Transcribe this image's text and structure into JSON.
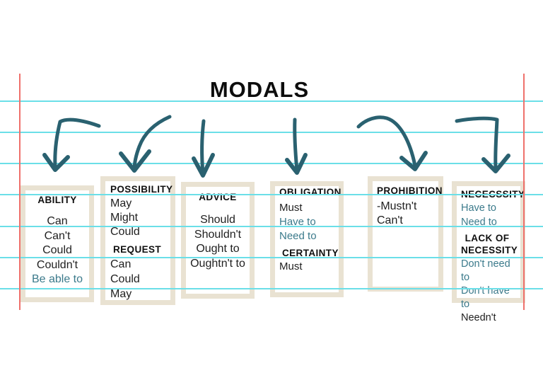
{
  "title": "MODALS",
  "colors": {
    "teal_text": "#3b7a8b",
    "arrow": "#2a6170",
    "rule_line": "#6bdfe8",
    "margin_line": "#ef716c",
    "card_frame": "#e9e2d2"
  },
  "arrow_icons": [
    "bent-arrow-down-left",
    "curved-arrow-down",
    "straight-arrow-down",
    "straight-arrow-down",
    "curved-arrow-down-right",
    "bent-arrow-down-right"
  ],
  "cards": [
    {
      "name": "ability",
      "sections": [
        {
          "heading": "ABILITY",
          "items": [
            {
              "text": "Can"
            },
            {
              "text": "Can't"
            },
            {
              "text": "Could"
            },
            {
              "text": "Couldn't"
            },
            {
              "text": "Be able to",
              "color": "#3b7a8b"
            }
          ]
        }
      ]
    },
    {
      "name": "possibility-request",
      "sections": [
        {
          "heading": "POSSIBILITY",
          "items": [
            {
              "text": "May"
            },
            {
              "text": "Might"
            },
            {
              "text": "Could"
            }
          ]
        },
        {
          "heading": "REQUEST",
          "items": [
            {
              "text": "Can"
            },
            {
              "text": "Could"
            },
            {
              "text": "May"
            }
          ]
        }
      ]
    },
    {
      "name": "advice",
      "sections": [
        {
          "heading": "ADVICE",
          "items": [
            {
              "text": "Should"
            },
            {
              "text": "Shouldn't"
            },
            {
              "text": "Ought to"
            },
            {
              "text": "Oughtn't to"
            }
          ]
        }
      ]
    },
    {
      "name": "obligation-certainty",
      "sections": [
        {
          "heading": "OBLIGATION",
          "items": [
            {
              "text": "Must"
            },
            {
              "text": "Have to",
              "color": "#3b7a8b"
            },
            {
              "text": "Need to",
              "color": "#3b7a8b"
            }
          ]
        },
        {
          "heading": "CERTAINTY",
          "items": [
            {
              "text": "Must"
            }
          ]
        }
      ]
    },
    {
      "name": "prohibition",
      "sections": [
        {
          "heading": "PROHIBITION",
          "items": [
            {
              "text": "-Mustn't"
            },
            {
              "text": "Can't"
            }
          ]
        }
      ]
    },
    {
      "name": "necessity",
      "sections": [
        {
          "heading": "NECECSSITY",
          "items": [
            {
              "text": "Have to",
              "color": "#3b7a8b"
            },
            {
              "text": "Need to",
              "color": "#3b7a8b"
            }
          ]
        },
        {
          "heading": "LACK OF NECESSITY",
          "items": [
            {
              "text": "Don't need to",
              "color": "#3b7a8b"
            },
            {
              "text": "Don't have to",
              "color": "#3b7a8b"
            },
            {
              "text": "Needn't"
            }
          ]
        }
      ]
    }
  ]
}
